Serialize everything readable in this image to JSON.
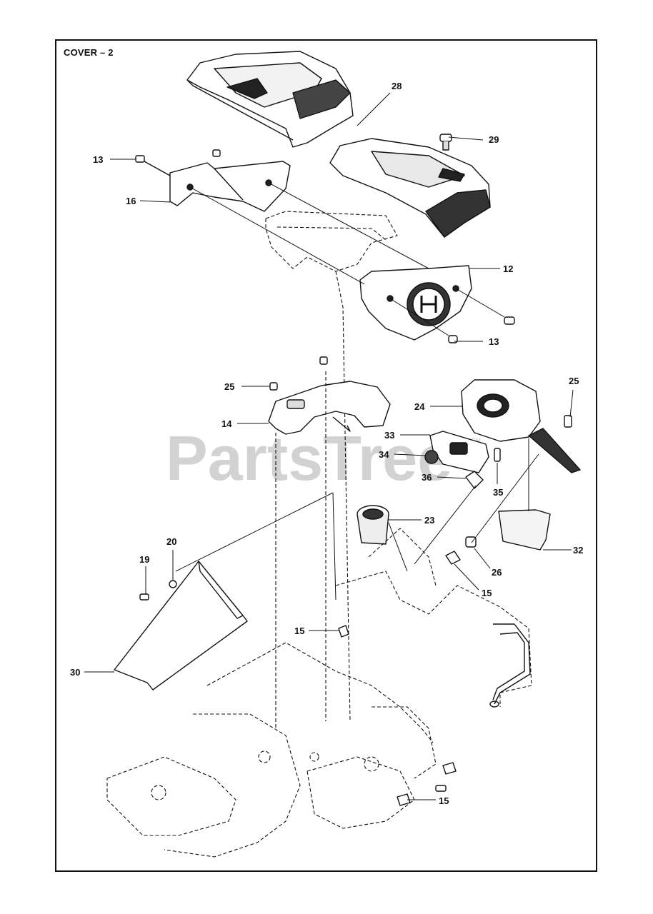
{
  "title": "COVER – 2",
  "watermark": {
    "text": "PartsTree",
    "tm": "TM",
    "color": "#cfcfcf"
  },
  "callouts": [
    {
      "id": "c28",
      "label": "28"
    },
    {
      "id": "c29",
      "label": "29"
    },
    {
      "id": "c13a",
      "label": "13"
    },
    {
      "id": "c16",
      "label": "16"
    },
    {
      "id": "c12",
      "label": "12"
    },
    {
      "id": "c13b",
      "label": "13"
    },
    {
      "id": "c25a",
      "label": "25"
    },
    {
      "id": "c14",
      "label": "14"
    },
    {
      "id": "c25b",
      "label": "25"
    },
    {
      "id": "c24",
      "label": "24"
    },
    {
      "id": "c33",
      "label": "33"
    },
    {
      "id": "c34",
      "label": "34"
    },
    {
      "id": "c36",
      "label": "36"
    },
    {
      "id": "c35",
      "label": "35"
    },
    {
      "id": "c23",
      "label": "23"
    },
    {
      "id": "c20",
      "label": "20"
    },
    {
      "id": "c19",
      "label": "19"
    },
    {
      "id": "c32",
      "label": "32"
    },
    {
      "id": "c26",
      "label": "26"
    },
    {
      "id": "c15a",
      "label": "15"
    },
    {
      "id": "c15b",
      "label": "15"
    },
    {
      "id": "c30",
      "label": "30"
    },
    {
      "id": "c15c",
      "label": "15"
    }
  ]
}
